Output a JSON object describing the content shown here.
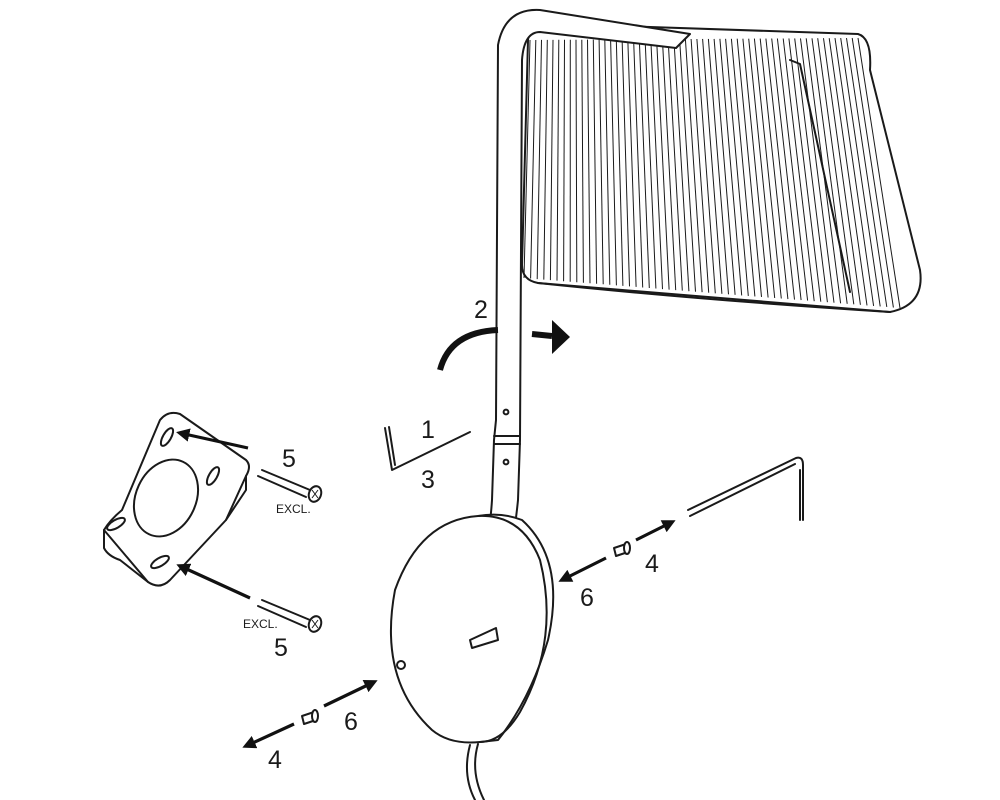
{
  "callouts": {
    "step_1": "1",
    "step_2": "2",
    "step_3": "3",
    "step_4_left": "4",
    "step_4_right": "4",
    "step_5_top": "5",
    "step_5_bottom": "5",
    "step_6_left": "6",
    "step_6_right": "6"
  },
  "notes": {
    "excl_top": "EXCL.",
    "excl_bottom": "EXCL."
  },
  "colors": {
    "line": "#1a1a1a",
    "background": "#ffffff"
  }
}
